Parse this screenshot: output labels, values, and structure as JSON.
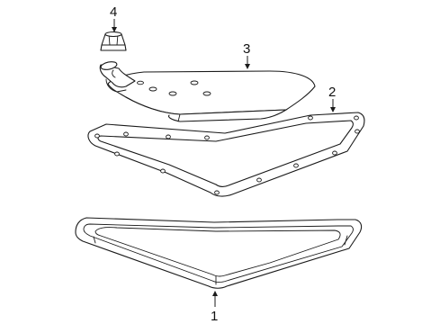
{
  "diagram": {
    "callouts": [
      {
        "number": "4",
        "part": "drain-plug"
      },
      {
        "number": "3",
        "part": "filter"
      },
      {
        "number": "2",
        "part": "gasket"
      },
      {
        "number": "1",
        "part": "oil-pan"
      }
    ]
  }
}
